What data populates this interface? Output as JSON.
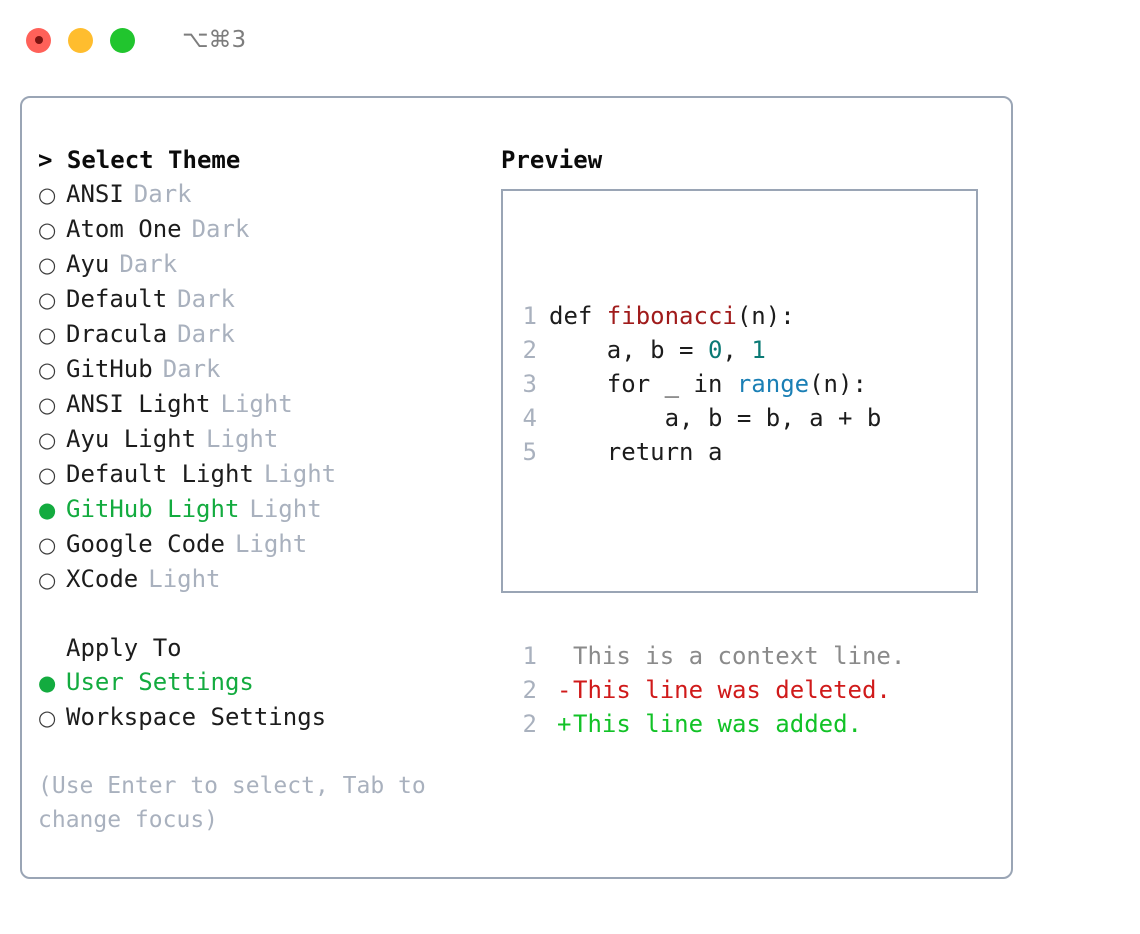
{
  "titlebar": {
    "shortcut": "⌥⌘3",
    "lights": [
      {
        "name": "close",
        "color": "#ff6159"
      },
      {
        "name": "minimize",
        "color": "#ffbd2e"
      },
      {
        "name": "maximize",
        "color": "#21c52e"
      }
    ]
  },
  "theme_picker": {
    "heading": "> Select Theme",
    "bullet_off": "○",
    "bullet_on": "●",
    "items": [
      {
        "label": "ANSI",
        "variant": "Dark",
        "selected": false
      },
      {
        "label": "Atom One",
        "variant": "Dark",
        "selected": false
      },
      {
        "label": "Ayu",
        "variant": "Dark",
        "selected": false
      },
      {
        "label": "Default",
        "variant": "Dark",
        "selected": false
      },
      {
        "label": "Dracula",
        "variant": "Dark",
        "selected": false
      },
      {
        "label": "GitHub",
        "variant": "Dark",
        "selected": false
      },
      {
        "label": "ANSI Light",
        "variant": "Light",
        "selected": false
      },
      {
        "label": "Ayu Light",
        "variant": "Light",
        "selected": false
      },
      {
        "label": "Default Light",
        "variant": "Light",
        "selected": false
      },
      {
        "label": "GitHub Light",
        "variant": "Light",
        "selected": true
      },
      {
        "label": "Google Code",
        "variant": "Light",
        "selected": false
      },
      {
        "label": "XCode",
        "variant": "Light",
        "selected": false
      }
    ]
  },
  "apply_to": {
    "heading": "Apply To",
    "items": [
      {
        "label": "User Settings",
        "selected": true
      },
      {
        "label": "Workspace Settings",
        "selected": false
      }
    ]
  },
  "hint": "(Use Enter to select, Tab to change focus)",
  "preview": {
    "heading": "Preview",
    "code_lines": [
      {
        "number": "1",
        "tokens": [
          {
            "text": "def ",
            "kind": "plain"
          },
          {
            "text": "fibonacci",
            "kind": "func"
          },
          {
            "text": "(n):",
            "kind": "plain"
          }
        ]
      },
      {
        "number": "2",
        "tokens": [
          {
            "text": "    a, b = ",
            "kind": "plain"
          },
          {
            "text": "0",
            "kind": "num"
          },
          {
            "text": ", ",
            "kind": "plain"
          },
          {
            "text": "1",
            "kind": "num"
          }
        ]
      },
      {
        "number": "3",
        "tokens": [
          {
            "text": "    for _ in ",
            "kind": "plain"
          },
          {
            "text": "range",
            "kind": "builtin"
          },
          {
            "text": "(n):",
            "kind": "plain"
          }
        ]
      },
      {
        "number": "4",
        "tokens": [
          {
            "text": "        a, b = b, a + b",
            "kind": "plain"
          }
        ]
      },
      {
        "number": "5",
        "tokens": [
          {
            "text": "    return a",
            "kind": "plain"
          }
        ]
      }
    ],
    "diff_lines": [
      {
        "number": "1",
        "mark": " ",
        "text": "This is a context line.",
        "kind": "context"
      },
      {
        "number": "2",
        "mark": "-",
        "text": "This line was deleted.",
        "kind": "del"
      },
      {
        "number": "2",
        "mark": "+",
        "text": "This line was added.",
        "kind": "add"
      }
    ]
  },
  "colors": {
    "accent_green": "#13ab3f",
    "border": "#9aa5b5",
    "muted": "#a9b1be",
    "func_red": "#a01b1b",
    "number_teal": "#0b7a75",
    "builtin_blue": "#1a7fb5",
    "diff_add": "#12c227",
    "diff_del": "#d01a1a"
  }
}
